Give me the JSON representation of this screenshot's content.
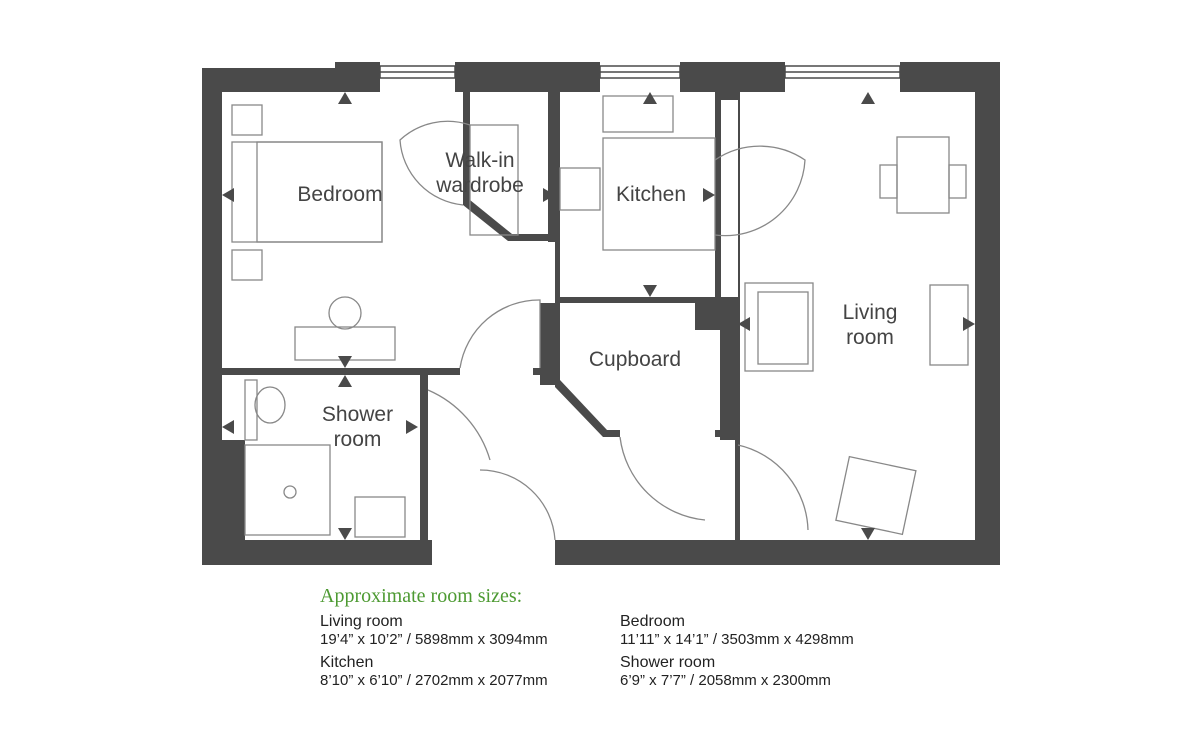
{
  "rooms": {
    "bedroom": "Bedroom",
    "walkin_1": "Walk-in",
    "walkin_2": "wardrobe",
    "kitchen": "Kitchen",
    "living_1": "Living",
    "living_2": "room",
    "cupboard": "Cupboard",
    "shower_1": "Shower",
    "shower_2": "room"
  },
  "sizes": {
    "title": "Approximate room sizes:",
    "items": [
      {
        "name": "Living room",
        "dims": "19’4” x 10’2” / 5898mm x 3094mm"
      },
      {
        "name": "Bedroom",
        "dims": "11’11” x 14’1” / 3503mm x 4298mm"
      },
      {
        "name": "Kitchen",
        "dims": "8’10” x 6’10” / 2702mm x 2077mm"
      },
      {
        "name": "Shower room",
        "dims": "6’9” x 7’7” / 2058mm x 2300mm"
      }
    ]
  },
  "colors": {
    "wall": "#4a4a4a",
    "accent": "#4d9a32",
    "furniture": "#9a9a9a"
  }
}
